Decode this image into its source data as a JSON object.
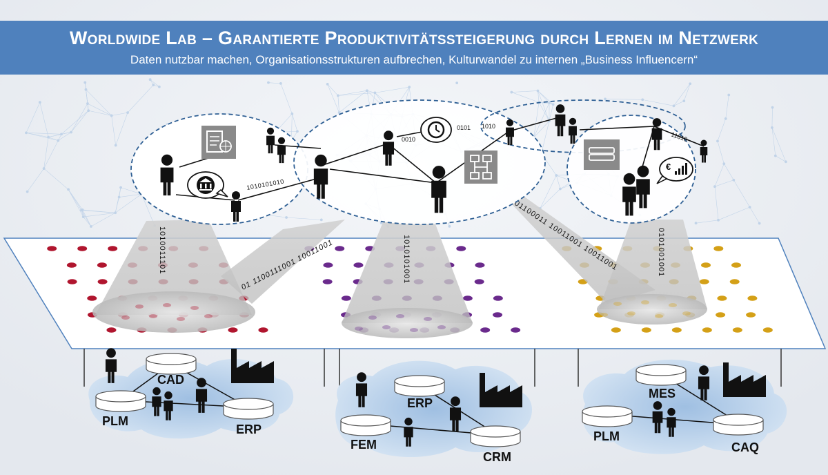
{
  "header": {
    "title": "Worldwide Lab – Garantierte Produktivitätssteigerung durch Lernen im Netzwerk",
    "subtitle": "Daten nutzbar machen, Organisationsstrukturen aufbrechen, Kulturwandel zu internen „Business Influencern“"
  },
  "binary_streams": {
    "top_1": "1010101010",
    "top_2": "0010",
    "top_3": "0101",
    "top_4": "1010",
    "top_5": "11010",
    "beam_left_vertical": "1010011101",
    "beam_left_diagonal": "01 1100111001 10011001",
    "beam_mid_vertical": "1010101001",
    "beam_right_diagonal": "01100011 10011001 10011001",
    "beam_right_vertical": "0101001001"
  },
  "systems": {
    "group_left": [
      "CAD",
      "PLM",
      "ERP"
    ],
    "group_middle": [
      "ERP",
      "FEM",
      "CRM"
    ],
    "group_right": [
      "MES",
      "PLM",
      "CAQ"
    ]
  },
  "colors": {
    "banner": "#4f81bd",
    "dots_left": "#b0152e",
    "dots_middle": "#6a2a8c",
    "dots_right": "#d4a017",
    "ellipse_border": "#2e5f94",
    "cloud": "#b8d0ea"
  },
  "icons": [
    "document-globe-icon",
    "bank-icon",
    "clock-icon",
    "flowchart-icon",
    "money-stack-icon",
    "euro-growth-icon",
    "factory-icon",
    "database-icon",
    "person-icon"
  ]
}
